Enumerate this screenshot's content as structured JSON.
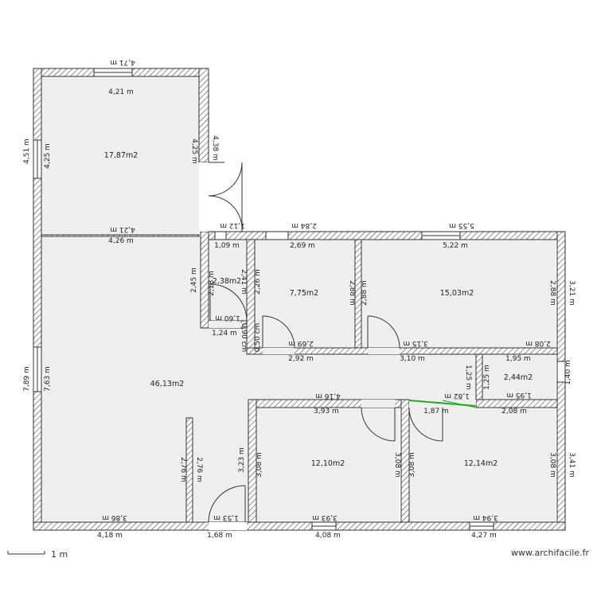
{
  "credit": "www.archifacile.fr",
  "scale_label": "1 m",
  "rooms": [
    {
      "id": "bedroom-top-left",
      "area": "17,87m2"
    },
    {
      "id": "living-room",
      "area": "46,13m2"
    },
    {
      "id": "small-wc",
      "area": "2,38m2"
    },
    {
      "id": "bathroom",
      "area": "7,75m2"
    },
    {
      "id": "bedroom-top-right",
      "area": "15,03m2"
    },
    {
      "id": "closet-right",
      "area": "2,44m2"
    },
    {
      "id": "bedroom-bottom-middle",
      "area": "12,10m2"
    },
    {
      "id": "bedroom-bottom-right",
      "area": "12,14m2"
    }
  ],
  "dimensions": {
    "d01": "4,71 m",
    "d02": "4,21 m",
    "d03": "4,51 m",
    "d04": "4,25 m",
    "d05": "4,25 m",
    "d06": "4,38 m",
    "d07": "4,21 m",
    "d08": "4,26 m",
    "d09": "1,12 m",
    "d10": "1,09 m",
    "d11": "2,84 m",
    "d12": "2,69 m",
    "d13": "5,55 m",
    "d14": "5,22 m",
    "d15": "2,45 m",
    "d16": "2,18 m",
    "d17": "2,41 m",
    "d18": "2,26 m",
    "d19": "2,88 m",
    "d20": "2,88 m",
    "d21": "2,88 m",
    "d22": "3,21 m",
    "d23": "1,60 m",
    "d24": "1,24 m",
    "d25": "0,90 cm",
    "d26": "0,50 cm",
    "d27": "2,69 m",
    "d28": "2,92 m",
    "d29": "3,15 m",
    "d30": "3,10 m",
    "d31": "2,08 m",
    "d32": "1,95 m",
    "d33": "1,25 m",
    "d34": "1,25 m",
    "d35": "1,40 m",
    "d36": "1,95 m",
    "d37": "2,08 m",
    "d38": "7,89 m",
    "d39": "7,63 m",
    "d40": "4,16 m",
    "d41": "3,93 m",
    "d42": "1,82 m",
    "d43": "1,87 m",
    "d44": "2,76 m",
    "d45": "2,76 m",
    "d46": "3,23 m",
    "d47": "3,08 m",
    "d48": "3,08 m",
    "d49": "3,08 m",
    "d50": "3,08 m",
    "d51": "3,41 m",
    "d52": "3,86 m",
    "d53": "4,18 m",
    "d54": "1,53 m",
    "d55": "1,68 m",
    "d56": "3,93 m",
    "d57": "4,08 m",
    "d58": "3,94 m",
    "d59": "4,27 m"
  }
}
